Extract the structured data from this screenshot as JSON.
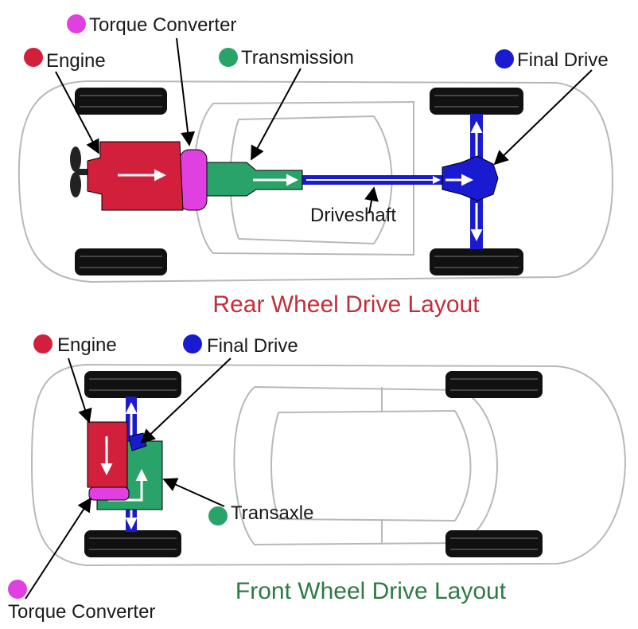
{
  "rear_layout": {
    "caption": "Rear Wheel Drive Layout",
    "caption_color": "#c0303a",
    "labels": {
      "torque_converter": "Torque Converter",
      "engine": "Engine",
      "transmission": "Transmission",
      "final_drive": "Final Drive",
      "driveshaft": "Driveshaft"
    }
  },
  "front_layout": {
    "caption": "Front Wheel Drive Layout",
    "caption_color": "#2e7a45",
    "labels": {
      "engine": "Engine",
      "final_drive": "Final Drive",
      "transaxle": "Transaxle",
      "torque_converter": "Torque Converter"
    }
  },
  "colors": {
    "engine": "#d21f3c",
    "torque_converter": "#e040e0",
    "transmission": "#2aa36a",
    "final_drive": "#1a1ad0",
    "tire": "#111111",
    "body_outline": "#b8b8b8"
  }
}
